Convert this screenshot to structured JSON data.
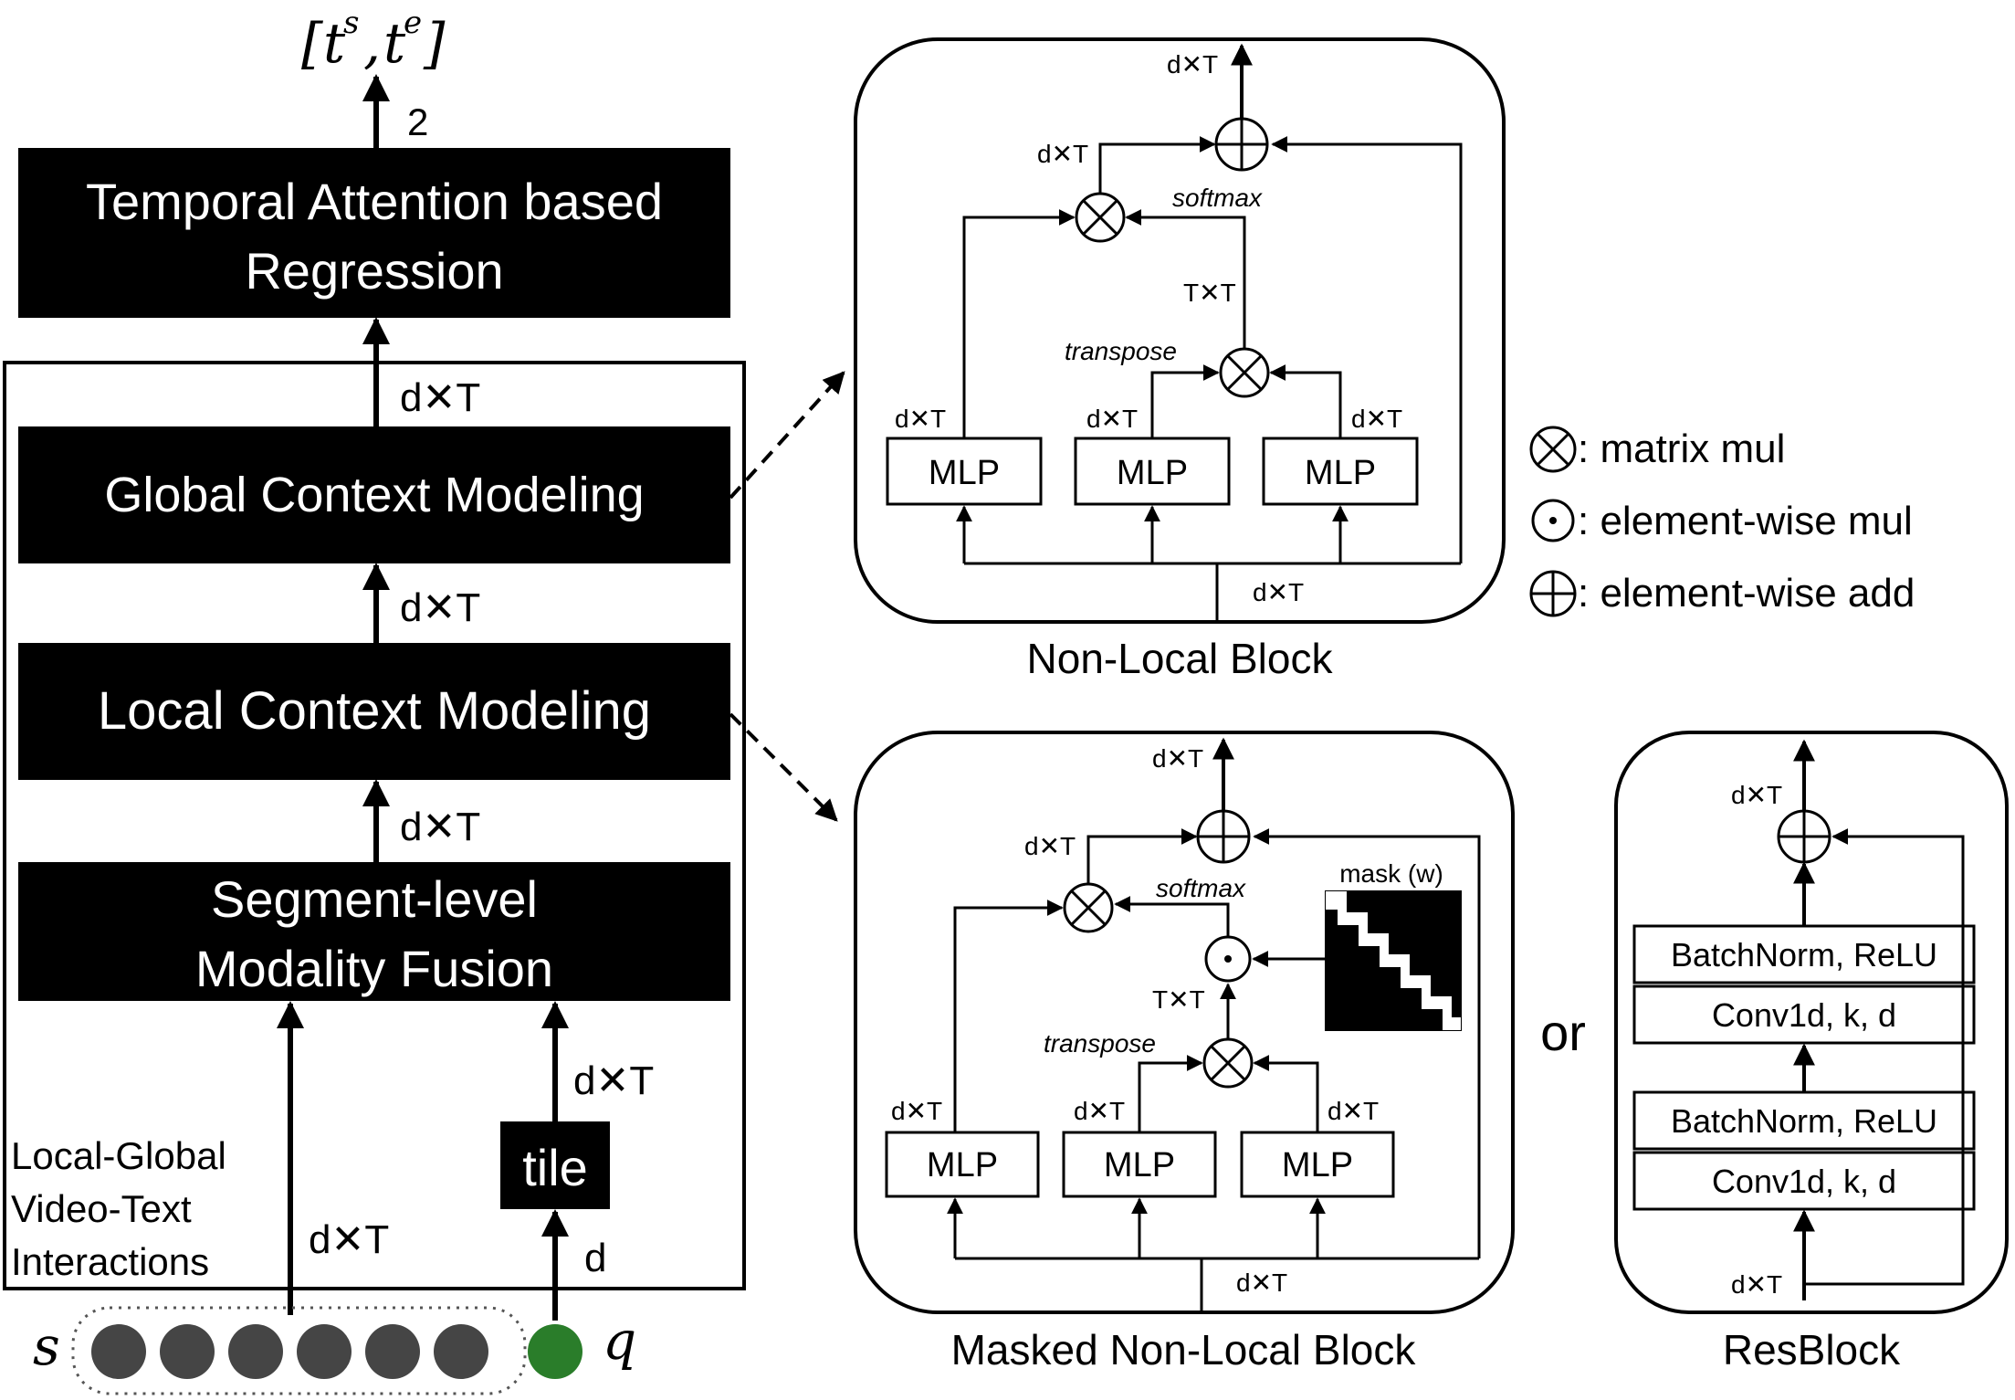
{
  "output": {
    "label": "[t^s, t^e]",
    "ts_base": "t",
    "ts_sup": "s",
    "te_base": "t",
    "te_sup": "e",
    "dim": "2"
  },
  "pipeline": {
    "regression": {
      "line1": "Temporal Attention based",
      "line2": "Regression"
    },
    "global": "Global Context Modeling",
    "local": "Local Context Modeling",
    "fusion": {
      "line1": "Segment-level",
      "line2": "Modality Fusion"
    },
    "tile": "tile",
    "dim_dT": "d✕T",
    "dim_d": "d",
    "frame_title": {
      "line1": "Local-Global",
      "line2": "Video-Text",
      "line3": "Interactions"
    },
    "inputs": {
      "s": "s",
      "q": "q"
    }
  },
  "nonlocal": {
    "caption": "Non-Local Block",
    "mlp": "MLP",
    "softmax": "softmax",
    "transpose": "transpose",
    "dT": "d✕T",
    "TT": "T✕T"
  },
  "masked": {
    "caption": "Masked Non-Local Block",
    "mlp": "MLP",
    "softmax": "softmax",
    "transpose": "transpose",
    "dT": "d✕T",
    "TT": "T✕T",
    "mask": "mask (w)"
  },
  "resblock": {
    "caption": "ResBlock",
    "bn": "BatchNorm, ReLU",
    "conv": "Conv1d, k, d",
    "dT": "d✕T"
  },
  "or_text": "or",
  "legend": {
    "matrix_mul": ": matrix mul",
    "elem_mul": ": element-wise mul",
    "elem_add": ": element-wise add"
  },
  "colors": {
    "block_fill": "#000000",
    "dot_gray": "#454545",
    "dot_green": "#2a7d2a"
  }
}
